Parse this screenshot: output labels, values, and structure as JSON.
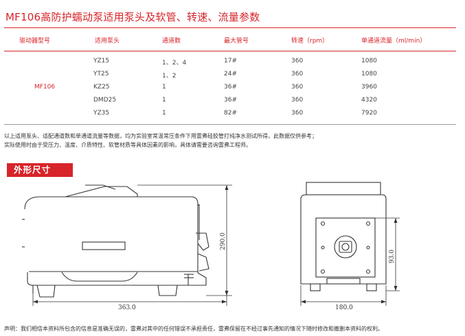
{
  "title": "MF106高防护蠕动泵适用泵头及软管、转速、流量参数",
  "table": {
    "headers": [
      "驱动器型号",
      "适用泵头",
      "通道数",
      "最大管号",
      "转速（rpm）",
      "单通道流量（ml/min）"
    ],
    "model": "MF106",
    "rows": [
      [
        "YZ15",
        "1、2、4",
        "17#",
        "360",
        "1080"
      ],
      [
        "YT25",
        "1、2",
        "24#",
        "360",
        "1080"
      ],
      [
        "KZ25",
        "1",
        "36#",
        "360",
        "3960"
      ],
      [
        "DMD25",
        "1",
        "36#",
        "360",
        "4320"
      ],
      [
        "YZ35",
        "1",
        "82#",
        "360",
        "7920"
      ]
    ]
  },
  "notes": [
    "以上适用泵头、适配通道数和单通道流量等数据，均为实验室常温常压条件下用雷弗硅胶管打纯净水测试所得，此数据仅供参考；",
    "实际使用时由于受压力、温度、介质特性、软管材质等具体因素的影响，具体请需要咨询雷弗工程师。"
  ],
  "section_title": "外形尺寸",
  "dimensions": {
    "side_width": "363.0",
    "height": "290.0",
    "front_width": "180.0",
    "head_height": "93.0"
  },
  "footer": "声明：我们相信本资料所包含的信息是准确无误的，雷弗对其中的任何错误不承担责任，雷弗保留在不经过事先通知的情况下随时修改和撤删本资料的权利。",
  "colors": {
    "accent": "#d7242a",
    "line": "#333333"
  }
}
